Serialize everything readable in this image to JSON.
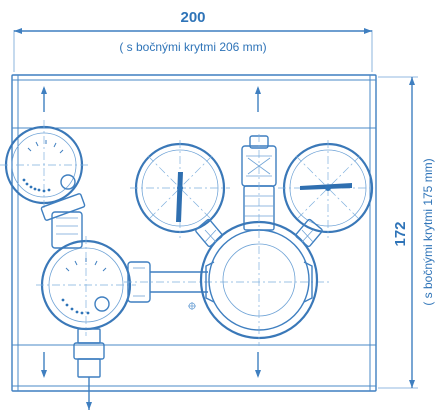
{
  "dimensions": {
    "width": {
      "value": "200",
      "note": "( s bočnými krytmi 206 mm)"
    },
    "height": {
      "value": "172",
      "note": "( s bočnými krytmi 175 mm)"
    }
  },
  "colors": {
    "line": "#4a8ac7",
    "text": "#2f74b8"
  }
}
